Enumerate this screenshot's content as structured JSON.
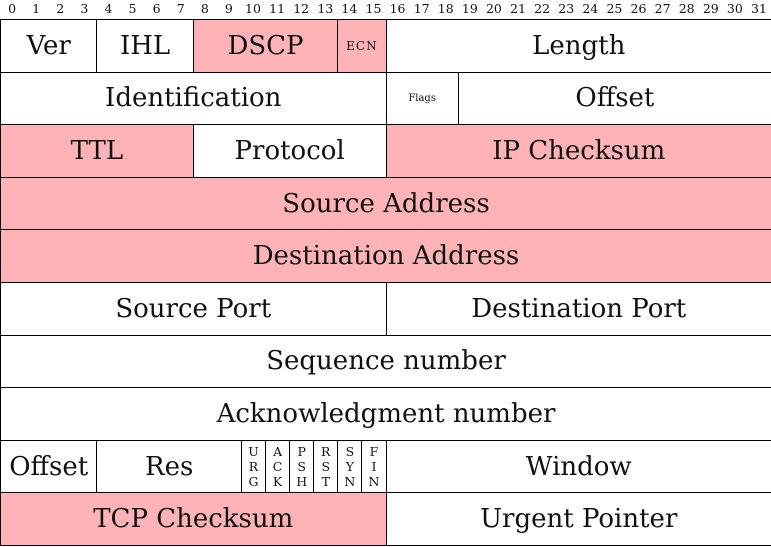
{
  "bit_numbers": [
    "0",
    "1",
    "2",
    "3",
    "4",
    "5",
    "6",
    "7",
    "8",
    "9",
    "10",
    "11",
    "12",
    "13",
    "14",
    "15",
    "16",
    "17",
    "18",
    "19",
    "20",
    "21",
    "22",
    "23",
    "24",
    "25",
    "26",
    "27",
    "28",
    "29",
    "30",
    "31"
  ],
  "colors": {
    "highlight": "#ffb3b7",
    "plain": "#ffffff",
    "border": "#000000"
  },
  "rows": [
    [
      {
        "id": "ver",
        "label": "Ver",
        "bits": [
          0,
          4
        ],
        "hl": false
      },
      {
        "id": "ihl",
        "label": "IHL",
        "bits": [
          4,
          8
        ],
        "hl": false
      },
      {
        "id": "dscp",
        "label": "DSCP",
        "bits": [
          8,
          14
        ],
        "hl": true
      },
      {
        "id": "ecn",
        "label": "ECN",
        "bits": [
          14,
          16
        ],
        "hl": true,
        "style": "sm"
      },
      {
        "id": "length",
        "label": "Length",
        "bits": [
          16,
          32
        ],
        "hl": false
      }
    ],
    [
      {
        "id": "identification",
        "label": "Identification",
        "bits": [
          0,
          16
        ],
        "hl": false
      },
      {
        "id": "flags",
        "label": "Flags",
        "bits": [
          16,
          19
        ],
        "hl": false,
        "style": "flags"
      },
      {
        "id": "offset",
        "label": "Offset",
        "bits": [
          19,
          32
        ],
        "hl": false
      }
    ],
    [
      {
        "id": "ttl",
        "label": "TTL",
        "bits": [
          0,
          8
        ],
        "hl": true
      },
      {
        "id": "protocol",
        "label": "Protocol",
        "bits": [
          8,
          16
        ],
        "hl": false
      },
      {
        "id": "ip-checksum",
        "label": "IP Checksum",
        "bits": [
          16,
          32
        ],
        "hl": true
      }
    ],
    [
      {
        "id": "source-address",
        "label": "Source Address",
        "bits": [
          0,
          32
        ],
        "hl": true
      }
    ],
    [
      {
        "id": "destination-address",
        "label": "Destination Address",
        "bits": [
          0,
          32
        ],
        "hl": true
      }
    ],
    [
      {
        "id": "source-port",
        "label": "Source Port",
        "bits": [
          0,
          16
        ],
        "hl": false
      },
      {
        "id": "destination-port",
        "label": "Destination Port",
        "bits": [
          16,
          32
        ],
        "hl": false
      }
    ],
    [
      {
        "id": "sequence-number",
        "label": "Sequence number",
        "bits": [
          0,
          32
        ],
        "hl": false
      }
    ],
    [
      {
        "id": "acknowledgment-number",
        "label": "Acknowledgment number",
        "bits": [
          0,
          32
        ],
        "hl": false
      }
    ],
    [
      {
        "id": "tcp-offset",
        "label": "Offset",
        "bits": [
          0,
          4
        ],
        "hl": false
      },
      {
        "id": "res",
        "label": "Res",
        "bits": [
          4,
          10
        ],
        "hl": false
      },
      {
        "id": "urg",
        "label": "URG",
        "bits": [
          10,
          11
        ],
        "hl": false,
        "style": "v"
      },
      {
        "id": "ack",
        "label": "ACK",
        "bits": [
          11,
          12
        ],
        "hl": false,
        "style": "v"
      },
      {
        "id": "psh",
        "label": "PSH",
        "bits": [
          12,
          13
        ],
        "hl": false,
        "style": "v"
      },
      {
        "id": "rst",
        "label": "RST",
        "bits": [
          13,
          14
        ],
        "hl": false,
        "style": "v"
      },
      {
        "id": "syn",
        "label": "SYN",
        "bits": [
          14,
          15
        ],
        "hl": false,
        "style": "v"
      },
      {
        "id": "fin",
        "label": "FIN",
        "bits": [
          15,
          16
        ],
        "hl": false,
        "style": "v"
      },
      {
        "id": "window",
        "label": "Window",
        "bits": [
          16,
          32
        ],
        "hl": false
      }
    ],
    [
      {
        "id": "tcp-checksum",
        "label": "TCP Checksum",
        "bits": [
          0,
          16
        ],
        "hl": true
      },
      {
        "id": "urgent-pointer",
        "label": "Urgent Pointer",
        "bits": [
          16,
          32
        ],
        "hl": false
      }
    ]
  ]
}
